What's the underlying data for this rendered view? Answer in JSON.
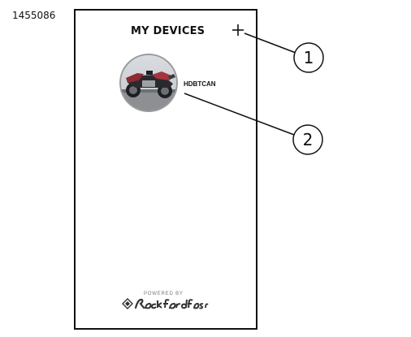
{
  "figure_id": "1455086",
  "screen": {
    "title": "MY DEVICES",
    "add_icon": "plus-icon",
    "devices": [
      {
        "name": "HDBTCAN",
        "image": "motorcycle-photo"
      }
    ],
    "footer": {
      "powered_by": "POWERED BY",
      "brand": "Rockford Fosgate"
    }
  },
  "callouts": [
    {
      "number": "1"
    },
    {
      "number": "2"
    }
  ]
}
